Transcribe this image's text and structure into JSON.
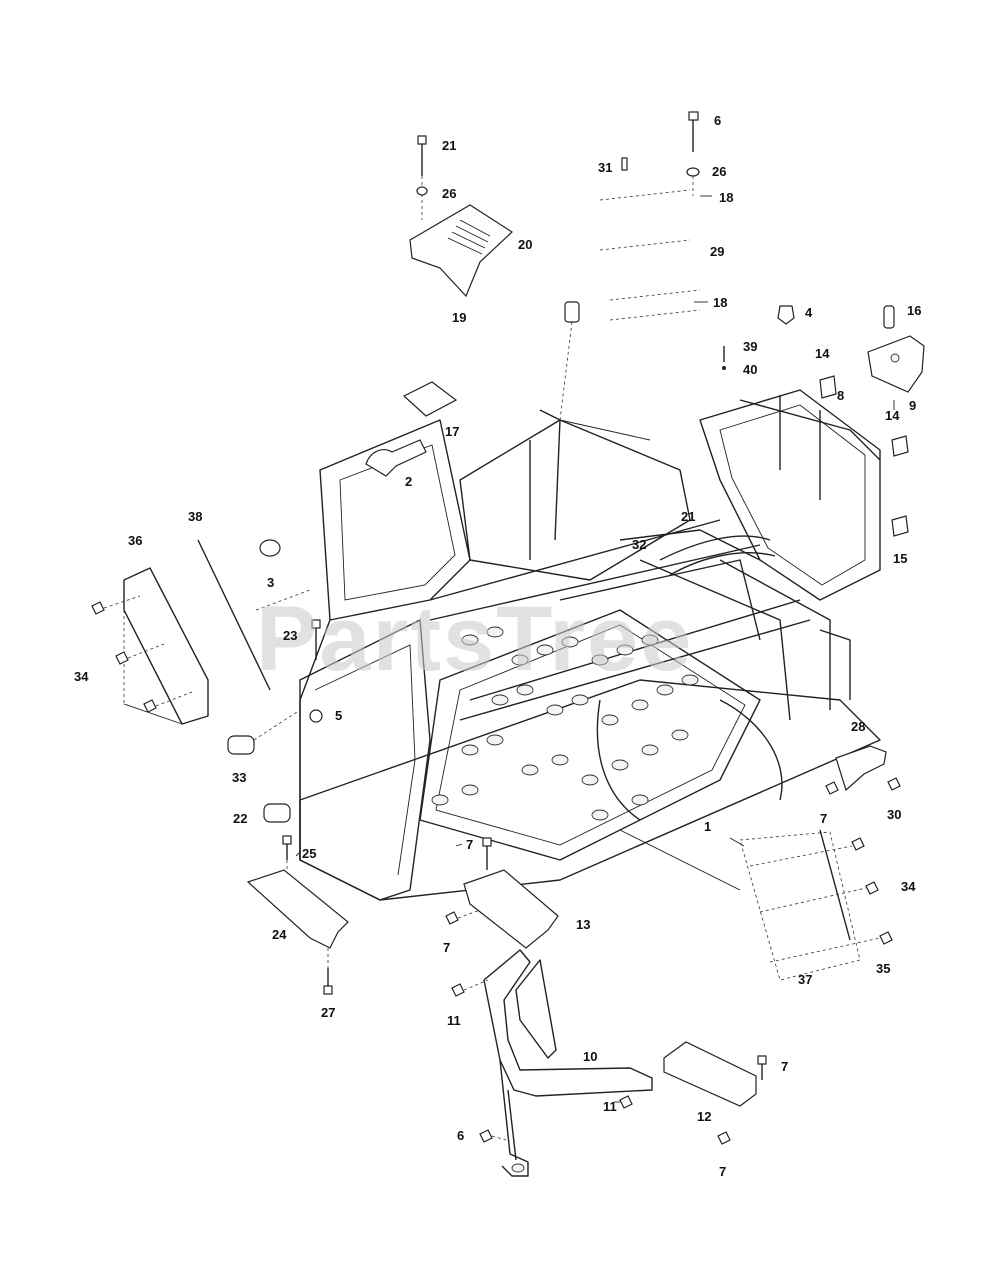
{
  "watermark": "PartsTree",
  "callouts": [
    "1",
    "2",
    "3",
    "4",
    "5",
    "6",
    "7",
    "8",
    "9",
    "10",
    "11",
    "12",
    "13",
    "14",
    "15",
    "16",
    "17",
    "18",
    "19",
    "20",
    "21",
    "22",
    "23",
    "24",
    "25",
    "26",
    "27",
    "28",
    "29",
    "30",
    "31",
    "32",
    "33",
    "34",
    "35",
    "36",
    "37",
    "38",
    "39",
    "40"
  ],
  "labels": {
    "1": "1",
    "2": "2",
    "3": "3",
    "4": "4",
    "5": "5",
    "6": "6",
    "7": "7",
    "8": "8",
    "9": "9",
    "10": "10",
    "11": "11",
    "12": "12",
    "13": "13",
    "14": "14",
    "15": "15",
    "16": "16",
    "17": "17",
    "18": "18",
    "19": "19",
    "20": "20",
    "21": "21",
    "22": "22",
    "23": "23",
    "24": "24",
    "25": "25",
    "26": "26",
    "27": "27",
    "28": "28",
    "29": "29",
    "30": "30",
    "31": "31",
    "32": "32",
    "33": "33",
    "34": "34",
    "35": "35",
    "36": "36",
    "37": "37",
    "38": "38",
    "39": "39",
    "40": "40"
  }
}
